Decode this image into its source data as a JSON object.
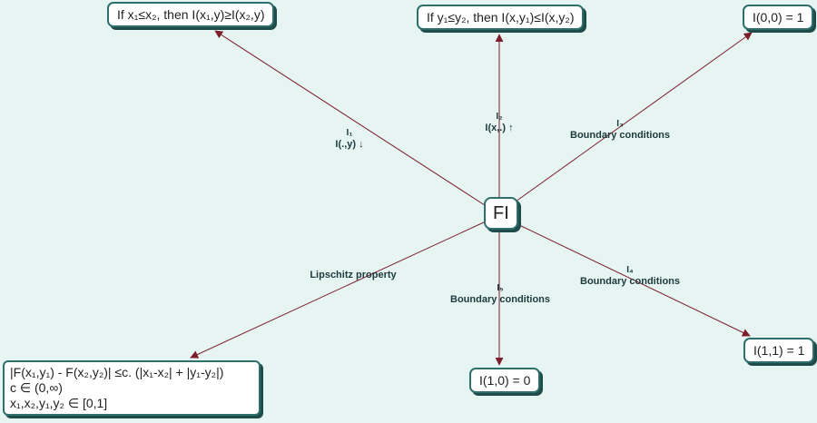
{
  "diagram": {
    "center": {
      "label": "FI"
    },
    "nodes": [
      {
        "id": "monotone-x",
        "text": "If x₁≤x₂, then I(x₁,y)≥I(x₂,y)"
      },
      {
        "id": "monotone-y",
        "text": "If y₁≤y₂, then I(x,y₁)≤I(x,y₂)"
      },
      {
        "id": "i00",
        "text": "I(0,0) = 1"
      },
      {
        "id": "i11",
        "text": "I(1,1) = 1"
      },
      {
        "id": "i10",
        "text": "I(1,0) = 0"
      },
      {
        "id": "lipschitz",
        "lines": [
          "|F(x₁,y₁) - F(x₂,y₂)| ≤c. (|x₁-x₂| + |y₁-y₂|)",
          "c ∈ (0,∞)",
          "x₁,x₂,y₁,y₂ ∈ [0,1]"
        ]
      }
    ],
    "edges": [
      {
        "target": "monotone-x",
        "index": "I₁",
        "label": "I(.,y) ↓"
      },
      {
        "target": "monotone-y",
        "index": "I₂",
        "label": "I(x,.) ↑"
      },
      {
        "target": "i00",
        "index": "I₃",
        "label": "Boundary conditions"
      },
      {
        "target": "i11",
        "index": "I₄",
        "label": "Boundary conditions"
      },
      {
        "target": "i10",
        "index": "I₅",
        "label": "Boundary conditions"
      },
      {
        "target": "lipschitz",
        "index": "",
        "label": "Lipschitz property"
      }
    ],
    "colors": {
      "background": "#e6f4f2",
      "node_border": "#2e6f6d",
      "edge": "#7a1e2c",
      "label_text": "#1d3a3c"
    }
  }
}
